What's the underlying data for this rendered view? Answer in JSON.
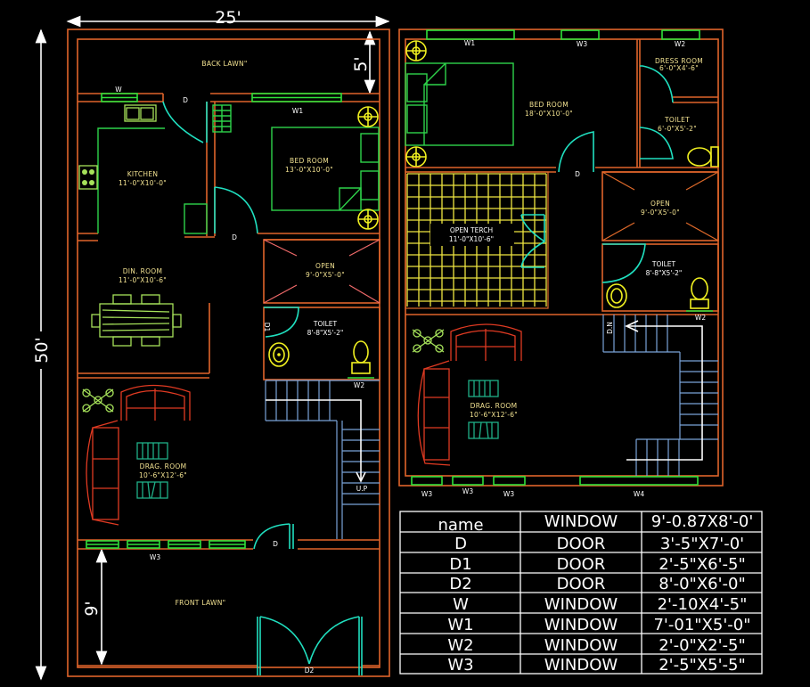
{
  "dimensions": {
    "width": "25'",
    "depth": "50'",
    "back_lawn_depth": "5'",
    "front_lawn_depth": "9'"
  },
  "ground_floor": {
    "rooms": [
      {
        "name": "BACK LAWN\"",
        "size": ""
      },
      {
        "name": "KITCHEN",
        "size": "11'-0\"X10'-0\""
      },
      {
        "name": "BED ROOM",
        "size": "13'-0\"X10'-0\""
      },
      {
        "name": "DIN. ROOM",
        "size": "11'-0\"X10'-6\""
      },
      {
        "name": "OPEN",
        "size": "9'-0\"X5'-0\""
      },
      {
        "name": "TOILET",
        "size": "8'-8\"X5'-2\""
      },
      {
        "name": "DRAG. ROOM",
        "size": "10'-6\"X12'-6\""
      },
      {
        "name": "FRONT LAWN\"",
        "size": ""
      }
    ],
    "tags": {
      "w": "W",
      "w1": "W1",
      "w2": "W2",
      "w3": "W3",
      "d_back": "D",
      "d_bed": "D",
      "d_front": "D",
      "d1": "D1",
      "d2": "D2",
      "stair_up": "U.P"
    }
  },
  "first_floor": {
    "rooms": [
      {
        "name": "BED ROOM",
        "size": "18'-0\"X10'-0\""
      },
      {
        "name": "DRESS ROOM",
        "size": "6'-0\"X4'-6\""
      },
      {
        "name": "TOILET",
        "size": "6'-0\"X5'-2\""
      },
      {
        "name": "OPEN TERCH",
        "size": "11'-0\"X10'-6\""
      },
      {
        "name": "OPEN",
        "size": "9'-0\"X5'-0\""
      },
      {
        "name": "TOILET",
        "size": "8'-8\"X5'-2\""
      },
      {
        "name": "DRAG. ROOM",
        "size": "10'-6\"X12'-6\""
      }
    ],
    "tags": {
      "w1": "W1",
      "w3_top": "W3",
      "w2_top": "W2",
      "w2": "W2",
      "d": "D",
      "stair_down": "D.N",
      "w3_a": "W3",
      "w3_b": "W3",
      "w3_c": "W3",
      "w4": "W4"
    }
  },
  "schedule": {
    "header": [
      "name",
      "WINDOW",
      "9'-0.87X8'-0'"
    ],
    "rows": [
      [
        "D",
        "DOOR",
        "3'-5\"X7'-0'"
      ],
      [
        "D1",
        "DOOR",
        "2'-5\"X6'-5\""
      ],
      [
        "D2",
        "DOOR",
        "8'-0\"X6'-0\""
      ],
      [
        "W",
        "WINDOW",
        "2'-10X4'-5\""
      ],
      [
        "W1",
        "WINDOW",
        "7'-01\"X5'-0\""
      ],
      [
        "W2",
        "WINDOW",
        "2'-0\"X2'-5\""
      ],
      [
        "W3",
        "WINDOW",
        "2'-5\"X5'-5\""
      ]
    ]
  }
}
